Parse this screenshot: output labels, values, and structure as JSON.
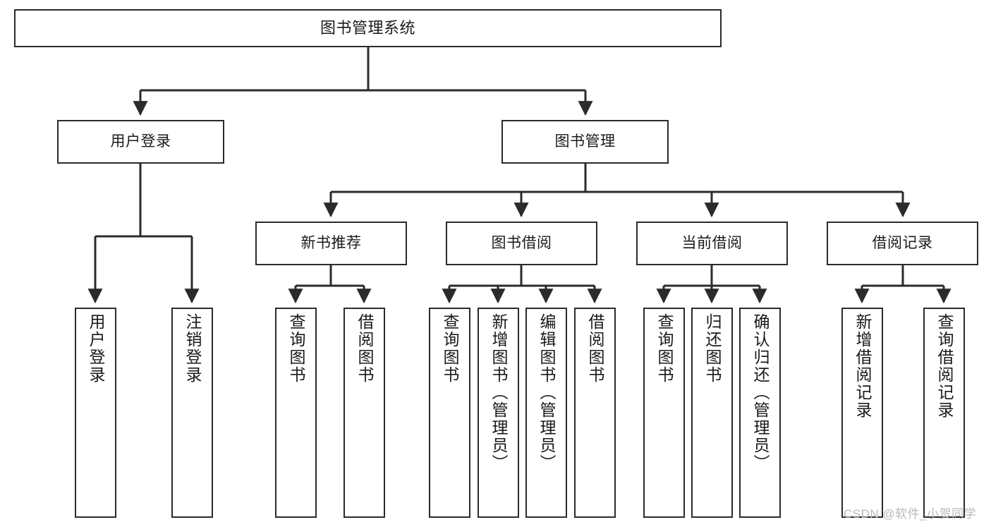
{
  "diagram": {
    "title": "图书管理系统",
    "type": "tree",
    "stroke_color": "#2b2b2b",
    "background_color": "#ffffff",
    "text_color": "#1a1a1a"
  },
  "nodes": {
    "root": {
      "label": "图书管理系统"
    },
    "level2": [
      {
        "label": "用户登录"
      },
      {
        "label": "图书管理"
      }
    ],
    "level3": [
      {
        "label": "新书推荐"
      },
      {
        "label": "图书借阅"
      },
      {
        "label": "当前借阅"
      },
      {
        "label": "借阅记录"
      }
    ],
    "leaves_user_login": [
      {
        "label": "用户登录"
      },
      {
        "label": "注销登录"
      }
    ],
    "leaves_new_book": [
      {
        "label": "查询图书"
      },
      {
        "label": "借阅图书"
      }
    ],
    "leaves_borrow": [
      {
        "label": "查询图书"
      },
      {
        "label": "新增图书（管理员）"
      },
      {
        "label": "编辑图书（管理员）"
      },
      {
        "label": "借阅图书"
      }
    ],
    "leaves_current": [
      {
        "label": "查询图书"
      },
      {
        "label": "归还图书"
      },
      {
        "label": "确认归还（管理员）"
      }
    ],
    "leaves_record": [
      {
        "label": "新增借阅记录"
      },
      {
        "label": "查询借阅记录"
      }
    ]
  },
  "watermark": {
    "text": "CSDN @软件_小贺同学"
  }
}
